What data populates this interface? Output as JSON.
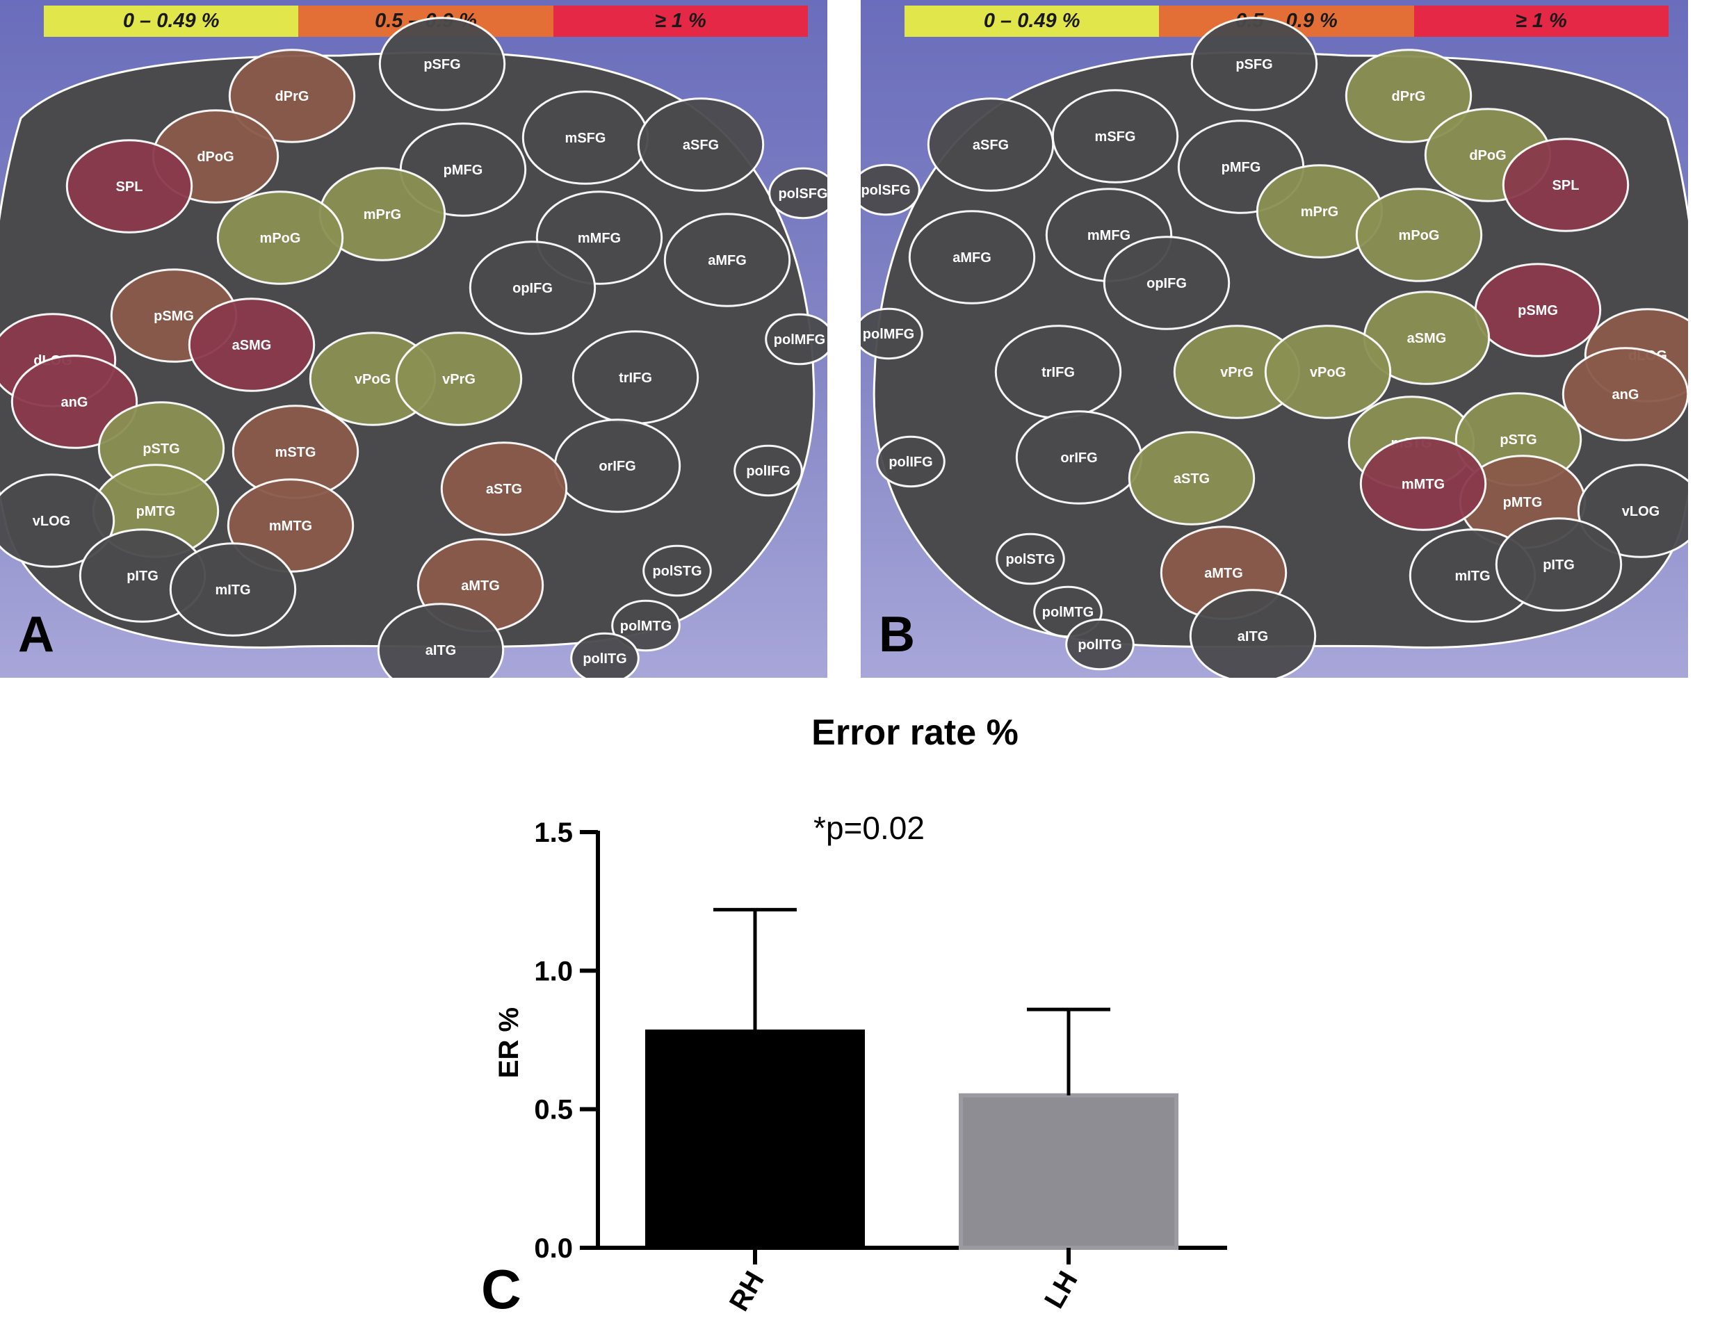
{
  "legend": {
    "items": [
      {
        "label": "0 – 0.49 %",
        "color": "#e1e64a"
      },
      {
        "label": "0.5 – 0.9 %",
        "color": "#e46f36"
      },
      {
        "label": "≥ 1 %",
        "color": "#e42845"
      }
    ]
  },
  "region_colors": {
    "low": "#8b9053",
    "mid": "#8a5a4a",
    "high": "#8a3a4c",
    "none": "#4a4a4d"
  },
  "panel_a": {
    "letter": "A",
    "regions": [
      {
        "name": "pSFG",
        "level": "none"
      },
      {
        "name": "dPrG",
        "level": "mid"
      },
      {
        "name": "mSFG",
        "level": "none"
      },
      {
        "name": "aSFG",
        "level": "none"
      },
      {
        "name": "dPoG",
        "level": "mid"
      },
      {
        "name": "pMFG",
        "level": "none"
      },
      {
        "name": "SPL",
        "level": "high"
      },
      {
        "name": "polSFG",
        "level": "none"
      },
      {
        "name": "mPrG",
        "level": "low"
      },
      {
        "name": "mPoG",
        "level": "low"
      },
      {
        "name": "mMFG",
        "level": "none"
      },
      {
        "name": "aMFG",
        "level": "none"
      },
      {
        "name": "opIFG",
        "level": "none"
      },
      {
        "name": "pSMG",
        "level": "mid"
      },
      {
        "name": "aSMG",
        "level": "high"
      },
      {
        "name": "polMFG",
        "level": "none"
      },
      {
        "name": "dLOG",
        "level": "high"
      },
      {
        "name": "vPoG",
        "level": "low"
      },
      {
        "name": "vPrG",
        "level": "low"
      },
      {
        "name": "trIFG",
        "level": "none"
      },
      {
        "name": "anG",
        "level": "high"
      },
      {
        "name": "pSTG",
        "level": "low"
      },
      {
        "name": "mSTG",
        "level": "mid"
      },
      {
        "name": "orIFG",
        "level": "none"
      },
      {
        "name": "polIFG",
        "level": "none"
      },
      {
        "name": "aSTG",
        "level": "mid"
      },
      {
        "name": "pMTG",
        "level": "low"
      },
      {
        "name": "vLOG",
        "level": "none"
      },
      {
        "name": "mMTG",
        "level": "mid"
      },
      {
        "name": "polSTG",
        "level": "none"
      },
      {
        "name": "pITG",
        "level": "none"
      },
      {
        "name": "mITG",
        "level": "none"
      },
      {
        "name": "aMTG",
        "level": "mid"
      },
      {
        "name": "polMTG",
        "level": "none"
      },
      {
        "name": "aITG",
        "level": "none"
      },
      {
        "name": "polITG",
        "level": "none"
      }
    ]
  },
  "panel_b": {
    "letter": "B",
    "regions": [
      {
        "name": "pSFG",
        "level": "none"
      },
      {
        "name": "dPrG",
        "level": "low"
      },
      {
        "name": "aSFG",
        "level": "none"
      },
      {
        "name": "mSFG",
        "level": "none"
      },
      {
        "name": "pMFG",
        "level": "none"
      },
      {
        "name": "dPoG",
        "level": "low"
      },
      {
        "name": "polSFG",
        "level": "none"
      },
      {
        "name": "SPL",
        "level": "high"
      },
      {
        "name": "mPrG",
        "level": "low"
      },
      {
        "name": "mMFG",
        "level": "none"
      },
      {
        "name": "mPoG",
        "level": "low"
      },
      {
        "name": "aMFG",
        "level": "none"
      },
      {
        "name": "opIFG",
        "level": "none"
      },
      {
        "name": "pSMG",
        "level": "high"
      },
      {
        "name": "polMFG",
        "level": "none"
      },
      {
        "name": "aSMG",
        "level": "low"
      },
      {
        "name": "dLOG",
        "level": "mid"
      },
      {
        "name": "trIFG",
        "level": "none"
      },
      {
        "name": "vPrG",
        "level": "low"
      },
      {
        "name": "vPoG",
        "level": "low"
      },
      {
        "name": "anG",
        "level": "mid"
      },
      {
        "name": "mSTG",
        "level": "low"
      },
      {
        "name": "pSTG",
        "level": "low"
      },
      {
        "name": "polIFG",
        "level": "none"
      },
      {
        "name": "orIFG",
        "level": "none"
      },
      {
        "name": "aSTG",
        "level": "low"
      },
      {
        "name": "pMTG",
        "level": "mid"
      },
      {
        "name": "mMTG",
        "level": "high"
      },
      {
        "name": "vLOG",
        "level": "none"
      },
      {
        "name": "polSTG",
        "level": "none"
      },
      {
        "name": "aMTG",
        "level": "mid"
      },
      {
        "name": "mITG",
        "level": "none"
      },
      {
        "name": "pITG",
        "level": "none"
      },
      {
        "name": "polMTG",
        "level": "none"
      },
      {
        "name": "aITG",
        "level": "none"
      },
      {
        "name": "polITG",
        "level": "none"
      }
    ]
  },
  "chart_data": {
    "type": "bar",
    "title": "Error rate %",
    "ylabel": "ER %",
    "xlabel": "",
    "categories": [
      "RH",
      "LH"
    ],
    "values": [
      0.78,
      0.55
    ],
    "error_upper": [
      1.22,
      0.86
    ],
    "bar_colors": [
      "#000000",
      "#8e8d93"
    ],
    "ylim": [
      0,
      1.5
    ],
    "yticks": [
      "0.0",
      "0.5",
      "1.0",
      "1.5"
    ],
    "annotation": "*p=0.02",
    "grid": false,
    "letter": "C"
  }
}
